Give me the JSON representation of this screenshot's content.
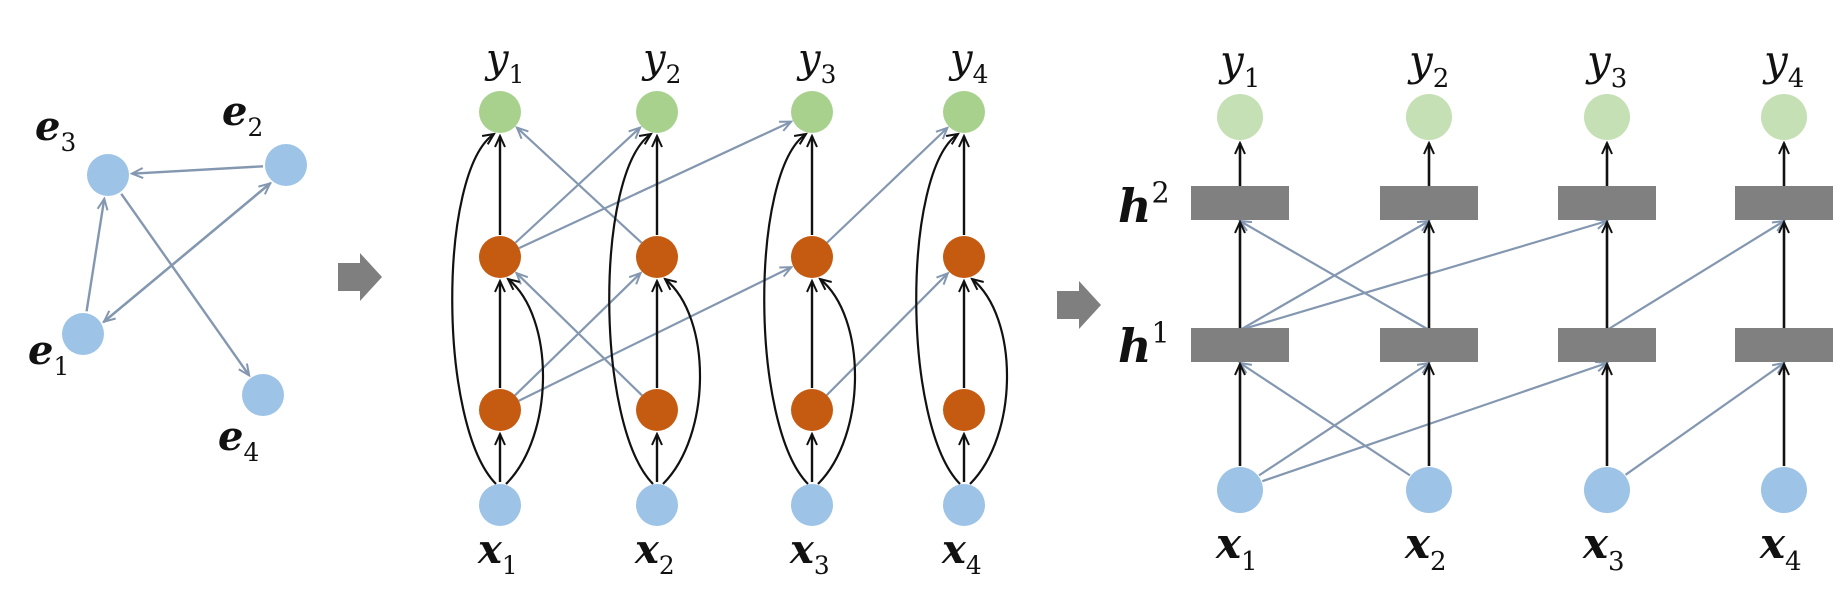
{
  "colors": {
    "input_node": "#9dc3e6",
    "hidden_node": "#c55a11",
    "output_node": "#a9d18e",
    "output_node_light": "#c5e0b4",
    "hidden_block": "#808080",
    "cross_edge": "#8497b0",
    "vertical_edge": "#111111",
    "flow_arrow": "#7f7f7f"
  },
  "graph": {
    "nodes": [
      {
        "id": "e1",
        "base": "e",
        "sub": "1"
      },
      {
        "id": "e2",
        "base": "e",
        "sub": "2"
      },
      {
        "id": "e3",
        "base": "e",
        "sub": "3"
      },
      {
        "id": "e4",
        "base": "e",
        "sub": "4"
      }
    ],
    "edges": [
      {
        "from": "e2",
        "to": "e3"
      },
      {
        "from": "e1",
        "to": "e3"
      },
      {
        "from": "e2",
        "to": "e1"
      },
      {
        "from": "e1",
        "to": "e2"
      },
      {
        "from": "e3",
        "to": "e4"
      }
    ]
  },
  "network": {
    "inputs": [
      {
        "base": "x",
        "sub": "1"
      },
      {
        "base": "x",
        "sub": "2"
      },
      {
        "base": "x",
        "sub": "3"
      },
      {
        "base": "x",
        "sub": "4"
      }
    ],
    "outputs": [
      {
        "base": "y",
        "sub": "1"
      },
      {
        "base": "y",
        "sub": "2"
      },
      {
        "base": "y",
        "sub": "3"
      },
      {
        "base": "y",
        "sub": "4"
      }
    ],
    "dependencies": [
      {
        "from": 1,
        "to": 2
      },
      {
        "from": 1,
        "to": 3
      },
      {
        "from": 2,
        "to": 1
      },
      {
        "from": 3,
        "to": 4
      }
    ]
  },
  "layers": [
    {
      "base": "h",
      "sup": "1"
    },
    {
      "base": "h",
      "sup": "2"
    }
  ]
}
